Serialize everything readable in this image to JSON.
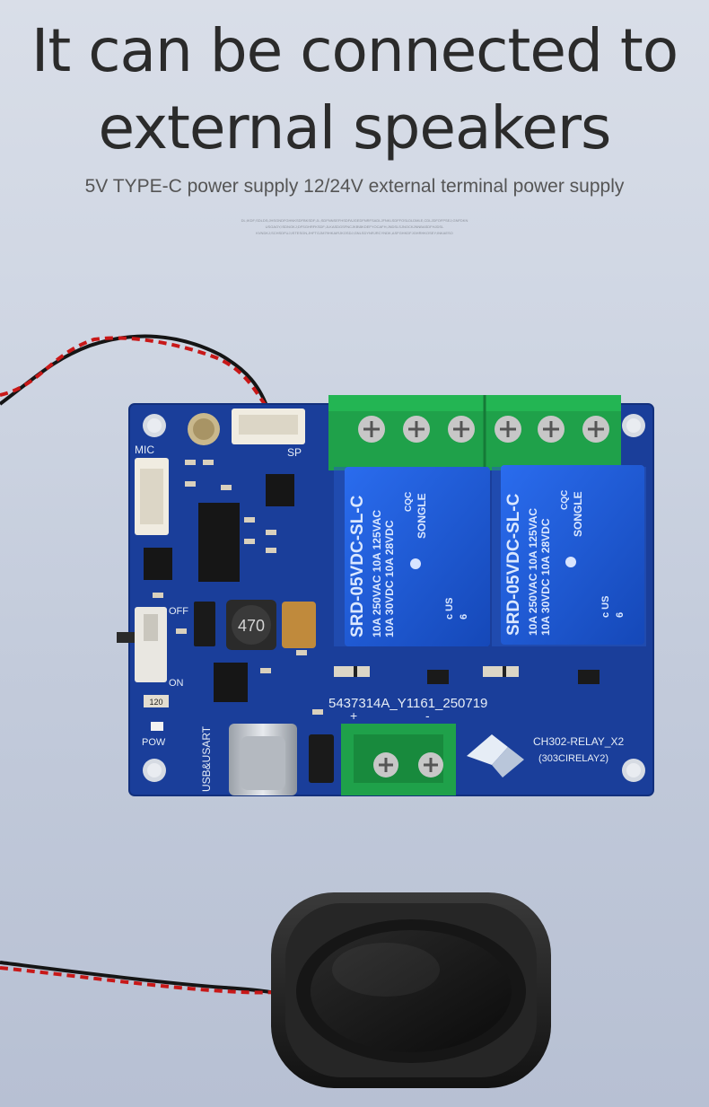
{
  "headline": {
    "line1": "It can be connected to",
    "line2": "external speakers"
  },
  "subtitle": "5V TYPE-C power supply 12/24V external terminal power supply",
  "fine_print": [
    "DL;IKDF;SDLDS;JHSGNDFGHNKSDFBKSDF;JL;SDFNNSEFHSDFAJGEDFNRFSADLJFNKLSDFFOSLDLDMLE,CDLJDFOFPSEJ;GNFDKN",
    "USGAOY,ISDNGKJ;DFSGHRFKSDF;JLKASDGSFNCJKB\\BKDEFYOCAFH;JNDSLSJNOCKJNNBASDFHJDSL",
    "KVNDKJ;SCHSDFUJ;ISTESGN,JHFTGJM79HKAIRJKOSDJ;GNLSDYNRJRCYNDK,ASFGHKDFJGHRHKOSEY;INKAESO"
  ],
  "board": {
    "mic_label": "MIC",
    "sp_label": "SP",
    "off_label": "OFF",
    "on_label": "ON",
    "pow_label": "POW",
    "usb_label": "USB&USART",
    "inductor_label": "470",
    "fuse_label": "120",
    "serial_label": "5437314A_Y1161_250719",
    "plus_label": "+",
    "minus_label": "-",
    "model_label": "CH302-RELAY_X2",
    "model_sub_label": "(303CIRELAY2)"
  },
  "relay": {
    "brand": "SONGLE",
    "cert": "CQC",
    "line1": "10A 250VAC  10A 125VAC",
    "line2": "10A 30VDC  10A 28VDC",
    "model": "SRD-05VDC-SL-C",
    "ul_mark": "c US",
    "pin_count": "6"
  },
  "colors": {
    "pcb_blue": "#1a3e9a",
    "relay_blue": "#1f5ed6",
    "terminal_green": "#1fa14a",
    "wire_red": "#c81818",
    "wire_black": "#151515",
    "speaker_black": "#1e1e1e"
  }
}
